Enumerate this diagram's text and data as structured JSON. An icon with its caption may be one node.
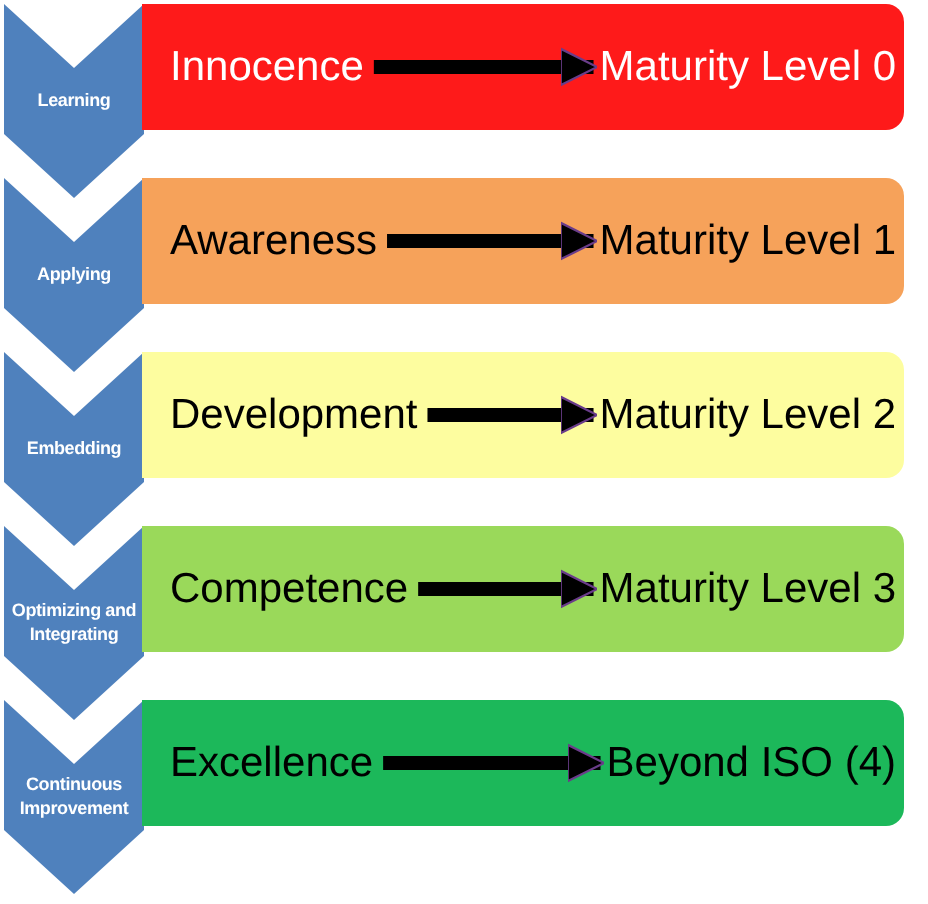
{
  "diagram": {
    "nodes": [
      {
        "text": [
          "Learning"
        ]
      },
      {
        "text": [],
        "shape": "box"
      },
      {
        "text": [
          "Innocence"
        ],
        "in": 1
      },
      {
        "text": [
          "Maturity Level 0"
        ],
        "in": 1
      },
      {
        "text": [
          "Applying"
        ]
      },
      {
        "text": [],
        "shape": "box"
      },
      {
        "text": [
          "Awareness"
        ],
        "in": 5
      },
      {
        "text": [
          "Maturity Level 1"
        ],
        "in": 5
      },
      {
        "text": [
          "Embedding"
        ]
      },
      {
        "text": [],
        "shape": "box"
      },
      {
        "text": [
          "Development"
        ],
        "in": 9
      },
      {
        "text": [
          "Maturity Level 2"
        ],
        "in": 9
      },
      {
        "text": [
          "Optimizing and Integrating"
        ]
      },
      {
        "text": [],
        "shape": "box"
      },
      {
        "text": [
          "Competence"
        ],
        "in": 13
      },
      {
        "text": [
          "Maturity Level 3"
        ],
        "in": 13
      },
      {
        "text": [
          "Continuous Improvement"
        ]
      },
      {
        "text": [],
        "shape": "box"
      },
      {
        "text": [
          "Excellence"
        ],
        "in": 17
      },
      {
        "text": [
          "Beyond ISO (4)"
        ],
        "in": 17
      }
    ],
    "edges": [
      {
        "from": 2,
        "to": 3,
        "arrow": "to"
      },
      {
        "from": 6,
        "to": 7,
        "arrow": "to"
      },
      {
        "from": 10,
        "to": 11,
        "arrow": "to"
      },
      {
        "from": 14,
        "to": 15,
        "arrow": "to"
      },
      {
        "from": 18,
        "to": 19,
        "arrow": "to"
      }
    ]
  }
}
